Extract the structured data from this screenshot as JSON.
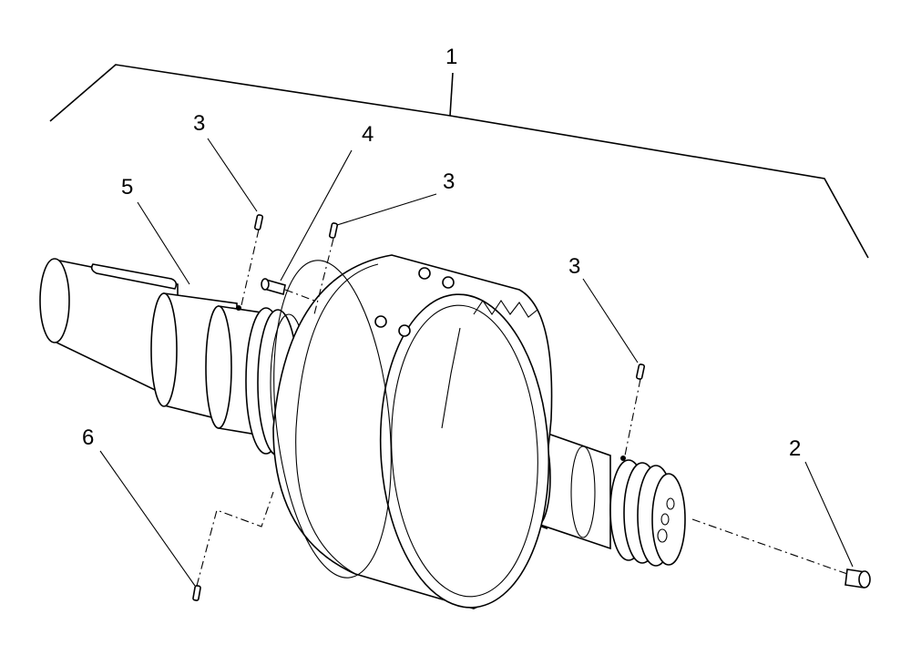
{
  "callouts": {
    "assembly": "1",
    "end_cap": "2",
    "pin_upper_left": "3",
    "pin_upper_mid": "3",
    "pin_right": "3",
    "dowel": "4",
    "shaft": "5",
    "lower_pin": "6"
  },
  "icons": {
    "assembly_bracket": "bracket-line",
    "parts": [
      "roll-pin",
      "dowel-pin",
      "end-cap",
      "shaft",
      "spline-ring"
    ]
  },
  "colors": {
    "ink": "#000000",
    "paper": "#ffffff"
  }
}
